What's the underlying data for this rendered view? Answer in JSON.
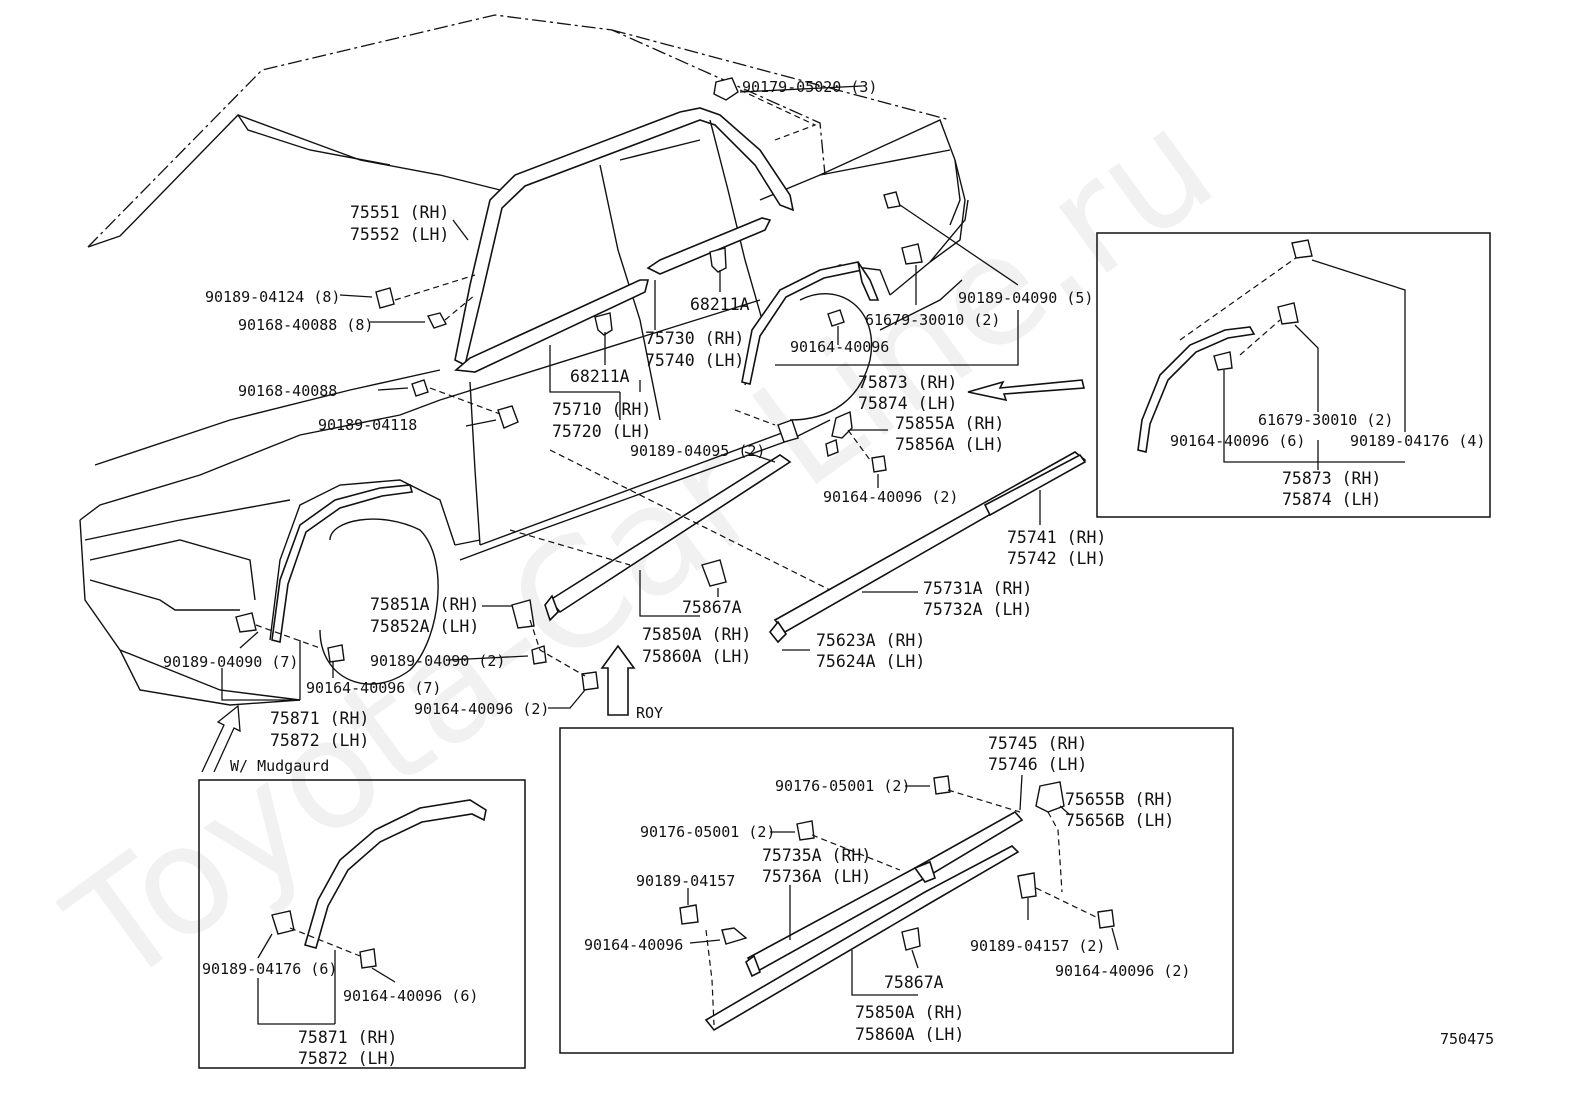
{
  "watermark": "Toyota-Car-Line.ru",
  "diagram_number": "750475",
  "labels": {
    "l1": "90179-05020 (3)",
    "l2": "75551 (RH)",
    "l3": "75552 (LH)",
    "l4": "90189-04124 (8)",
    "l5": "90168-40088 (8)",
    "l6": "90168-40088",
    "l7": "90189-04118",
    "l8": "68211A",
    "l9": "68211A",
    "l10": "75730 (RH)",
    "l11": "75740 (LH)",
    "l12": "75710 (RH)",
    "l13": "75720 (LH)",
    "l14": "90189-04090 (5)",
    "l15": "61679-30010 (2)",
    "l16": "90164-40096",
    "l17": "75873 (RH)",
    "l18": "75874 (LH)",
    "l19": "75855A (RH)",
    "l20": "75856A (LH)",
    "l21": "90189-04095 (2)",
    "l22": "90164-40096 (2)",
    "l23": "75741 (RH)",
    "l24": "75742 (LH)",
    "l25": "75731A (RH)",
    "l26": "75732A (LH)",
    "l27": "75867A",
    "l28": "75850A (RH)",
    "l29": "75860A (LH)",
    "l30": "75623A (RH)",
    "l31": "75624A (LH)",
    "l32": "75851A (RH)",
    "l33": "75852A (LH)",
    "l34": "90189-04090 (7)",
    "l35": "90189-04090 (2)",
    "l36": "90164-40096 (7)",
    "l37": "90164-40096 (2)",
    "l38": "75871 (RH)",
    "l39": "75872 (LH)",
    "l40": "W/ Mudgaurd",
    "l41": "ROY"
  },
  "inset_right": {
    "a": "61679-30010 (2)",
    "b": "90164-40096 (6)",
    "c": "90189-04176 (4)",
    "d": "75873 (RH)",
    "e": "75874 (LH)"
  },
  "inset_left": {
    "a": "90189-04176 (6)",
    "b": "90164-40096 (6)",
    "c": "75871 (RH)",
    "d": "75872 (LH)"
  },
  "inset_bottom": {
    "a": "75745 (RH)",
    "b": "75746 (LH)",
    "c": "90176-05001 (2)",
    "d": "75655B (RH)",
    "e": "75656B (LH)",
    "f": "90176-05001 (2)",
    "g": "75735A (RH)",
    "h": "75736A (LH)",
    "i": "90189-04157",
    "j": "90164-40096",
    "k": "90189-04157 (2)",
    "l": "90164-40096 (2)",
    "m": "75867A",
    "n": "75850A (RH)",
    "o": "75860A (LH)"
  }
}
